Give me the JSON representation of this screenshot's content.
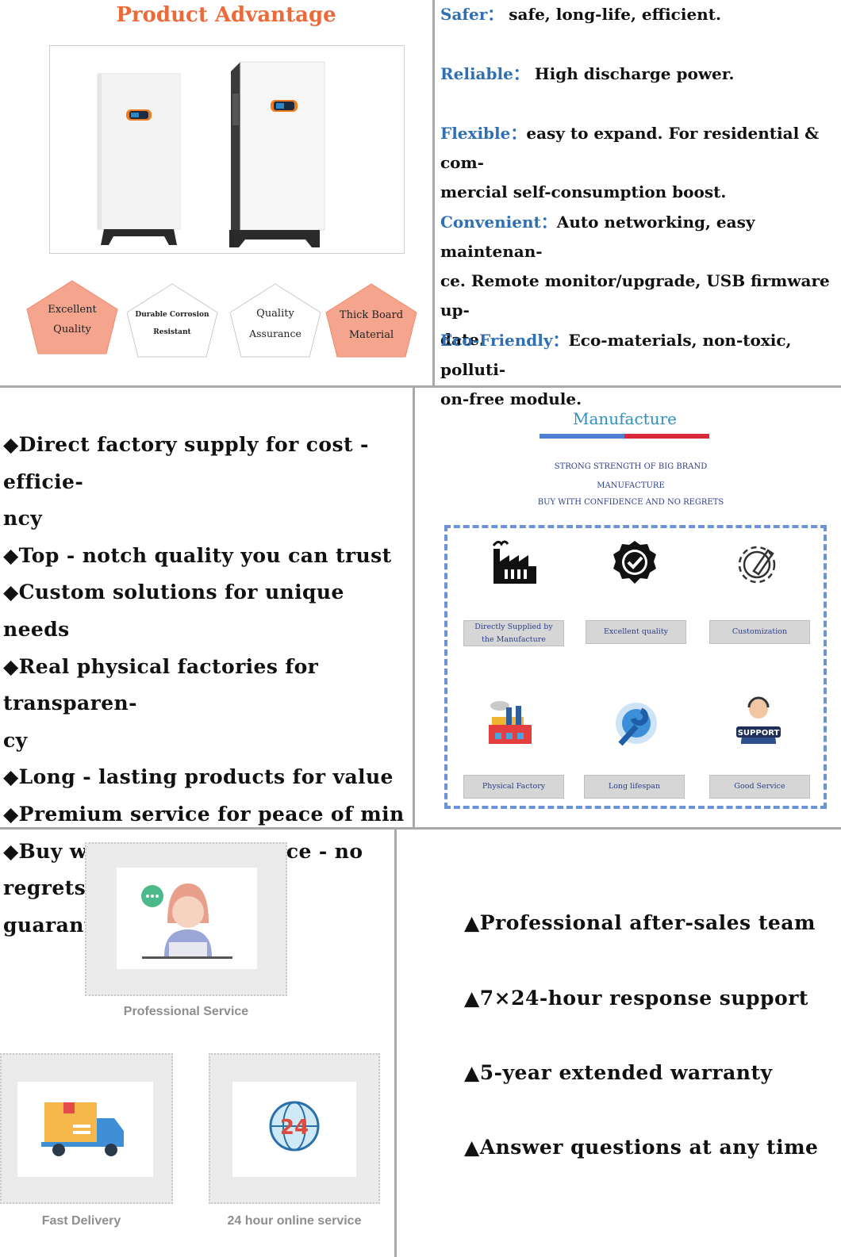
{
  "product_advantage": {
    "title": "Product Advantage",
    "badges": [
      {
        "line1": "Excellent",
        "line2": "Quality",
        "style": "filled"
      },
      {
        "line1": "Durable Corrosion",
        "line2": "Resistant",
        "style": "outline"
      },
      {
        "line1": "Quality",
        "line2": "Assurance",
        "style": "outline"
      },
      {
        "line1": "Thick Board",
        "line2": "Material",
        "style": "filled"
      }
    ]
  },
  "features": [
    {
      "key": "Safer：",
      "lines": [
        "safe, long-life, efficient."
      ]
    },
    {
      "key": "Reliable：",
      "lines": [
        "High discharge power."
      ]
    },
    {
      "key": "Flexible：",
      "lines": [
        "easy to expand. For residential & com-",
        "mercial self-consumption boost."
      ]
    },
    {
      "key": "Convenient：",
      "lines": [
        "Auto networking, easy maintenan-",
        "ce. Remote monitor/upgrade, USB firmware up-",
        "date."
      ]
    },
    {
      "key": "Eco-Friendly：",
      "lines": [
        "Eco-materials, non-toxic, polluti-",
        "on-free module."
      ]
    }
  ],
  "bullets": [
    "◆Direct factory supply for cost - efficie-",
    "ncy",
    "◆Top - notch quality you can trust",
    "◆Custom solutions for unique needs",
    "◆Real physical factories for transparen-",
    "cy",
    "◆Long - lasting products for value",
    "◆Premium service for peace of min",
    "◆Buy with total confidence - no regrets",
    "guaranteed"
  ],
  "manufacture": {
    "title": "Manufacture",
    "subtitle_lines": [
      "STRONG STRENGTH OF BIG BRAND",
      "MANUFACTURE",
      "BUY WITH CONFIDENCE AND NO REGRETS"
    ],
    "colors": {
      "bar_left": "#4f7fd4",
      "bar_right": "#d9283a",
      "dash": "#6b93d6"
    },
    "items": [
      {
        "label_lines": [
          "Directly Supplied by",
          "the Manufacture"
        ],
        "icon": "factory-icon"
      },
      {
        "label_lines": [
          "Excellent quality"
        ],
        "icon": "quality-check-icon"
      },
      {
        "label_lines": [
          "Customization"
        ],
        "icon": "gear-pencil-icon"
      },
      {
        "label_lines": [
          "Physical Factory"
        ],
        "icon": "colored-factory-icon"
      },
      {
        "label_lines": [
          "Long  lifespan"
        ],
        "icon": "wrench-gear-icon"
      },
      {
        "label_lines": [
          "Good Service"
        ],
        "icon": "support-agent-icon"
      }
    ],
    "support_badge": "SUPPORT"
  },
  "service": {
    "cards": [
      {
        "caption": "Professional Service",
        "icon": "support-woman-icon"
      },
      {
        "caption": "Fast Delivery",
        "icon": "delivery-truck-icon"
      },
      {
        "caption": "24 hour online service",
        "icon": "globe-24-icon",
        "badge": "24"
      }
    ],
    "points": [
      "▲Professional after-sales team",
      "▲7×24-hour response support",
      "▲5-year extended warranty",
      "▲Answer questions at any time"
    ]
  }
}
